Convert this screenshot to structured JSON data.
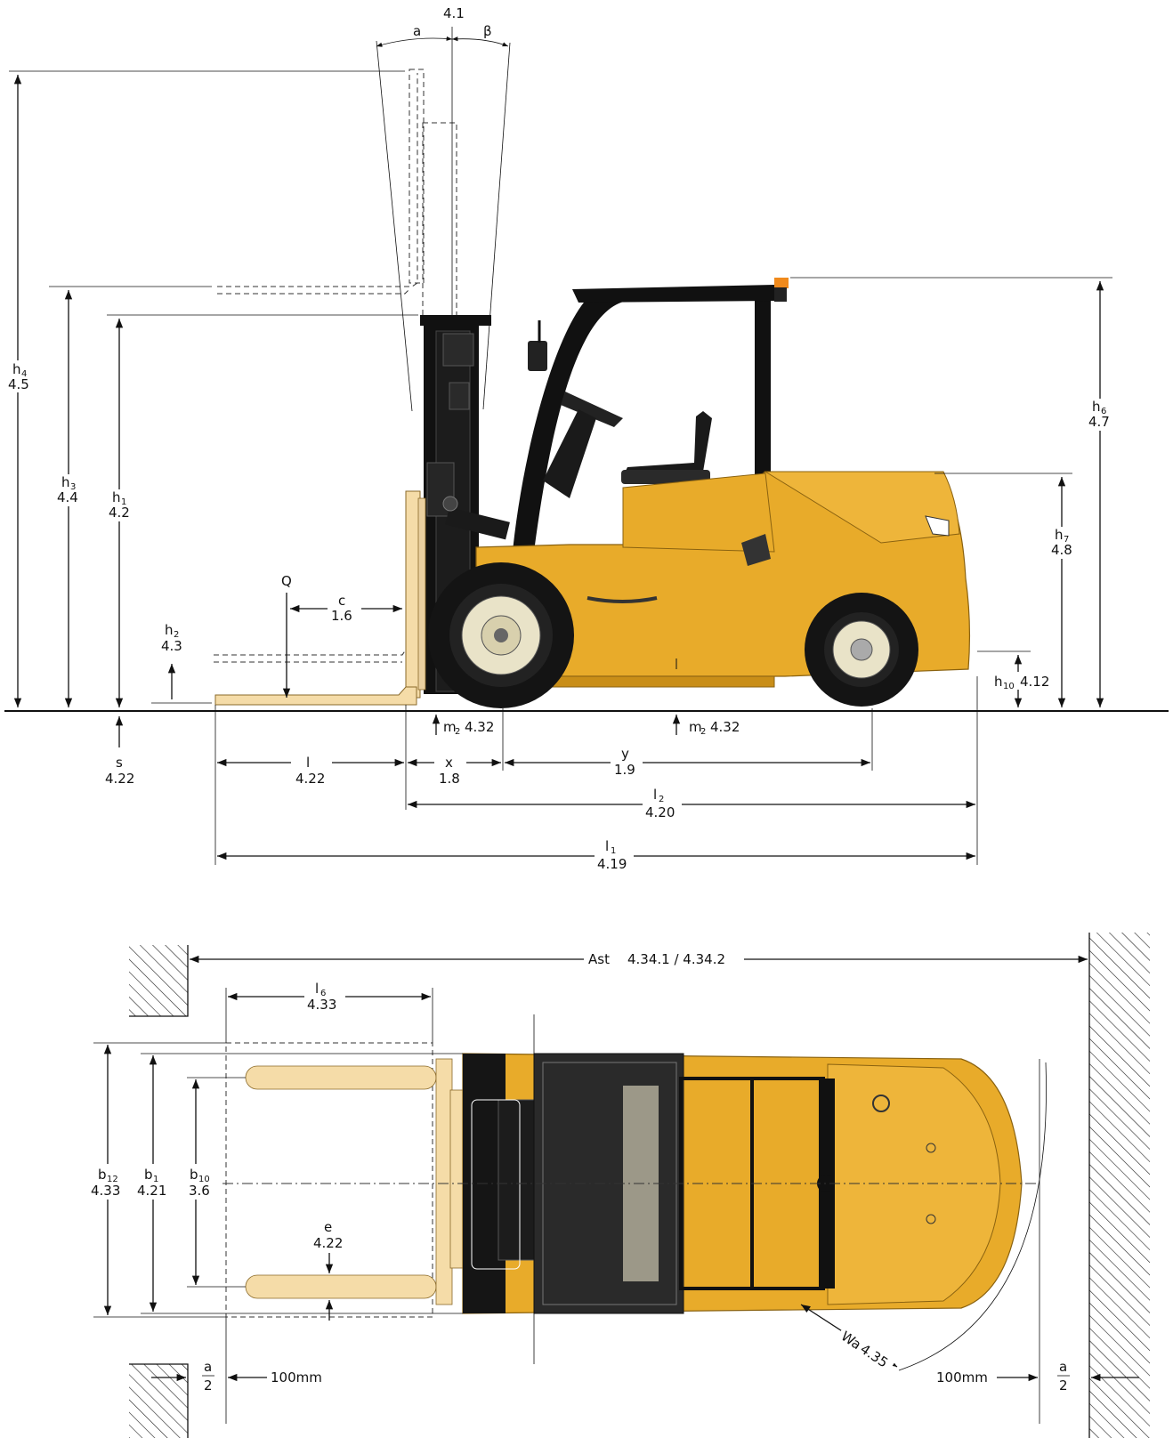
{
  "colors": {
    "body": "#e8ab2a",
    "body_dark": "#c98e18",
    "mast": "#111111",
    "fork": "#f5dca8",
    "tyre": "#141414",
    "rim": "#e9e3c8",
    "light": "#f08a1c",
    "hatch": "#222222"
  },
  "side_view": {
    "tilt": {
      "code": "4.1",
      "fwd": "a",
      "back": "β"
    },
    "h4": {
      "sym": "h",
      "sub": "4",
      "code": "4.5"
    },
    "h3": {
      "sym": "h",
      "sub": "3",
      "code": "4.4"
    },
    "h1": {
      "sym": "h",
      "sub": "1",
      "code": "4.2"
    },
    "h2": {
      "sym": "h",
      "sub": "2",
      "code": "4.3"
    },
    "h6": {
      "sym": "h",
      "sub": "6",
      "code": "4.7"
    },
    "h7": {
      "sym": "h",
      "sub": "7",
      "code": "4.8"
    },
    "h10": {
      "sym": "h",
      "sub": "10",
      "code": "4.12"
    },
    "Q": "Q",
    "c": {
      "sym": "c",
      "code": "1.6"
    },
    "m2a": {
      "sym": "m",
      "sub": "2",
      "code": "4.32"
    },
    "m2b": {
      "sym": "m",
      "sub": "2",
      "code": "4.32"
    },
    "s": {
      "sym": "s",
      "code": "4.22"
    },
    "l": {
      "sym": "l",
      "code": "4.22"
    },
    "x": {
      "sym": "x",
      "code": "1.8"
    },
    "y": {
      "sym": "y",
      "code": "1.9"
    },
    "l2": {
      "sym": "l",
      "sub": "2",
      "code": "4.20"
    },
    "l1": {
      "sym": "l",
      "sub": "1",
      "code": "4.19"
    }
  },
  "top_view": {
    "ast": {
      "sym": "Ast",
      "code": "4.34.1 / 4.34.2"
    },
    "l6": {
      "sym": "l",
      "sub": "6",
      "code": "4.33"
    },
    "b12": {
      "sym": "b",
      "sub": "12",
      "code": "4.33"
    },
    "b1": {
      "sym": "b",
      "sub": "1",
      "code": "4.21"
    },
    "b10": {
      "sym": "b",
      "sub": "10",
      "code": "3.6"
    },
    "e": {
      "sym": "e",
      "code": "4.22"
    },
    "wa": {
      "sym": "Wa",
      "code": "4.35"
    },
    "clearance_left": "100mm",
    "clearance_right": "100mm",
    "frac_num": "a",
    "frac_den": "2"
  }
}
